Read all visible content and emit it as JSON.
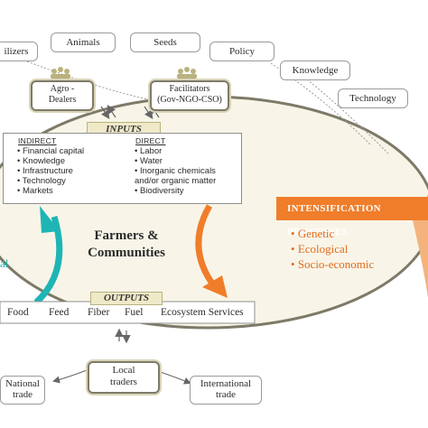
{
  "top_pills": [
    "ilizers",
    "Animals",
    "Seeds",
    "Policy",
    "Knowledge",
    "Technology"
  ],
  "actors": {
    "agro_dealers": [
      "Agro -",
      "Dealers"
    ],
    "facilitators": [
      "Facilitators",
      "(Gov-NGO-CSO)"
    ],
    "local_traders": [
      "Local",
      "traders"
    ]
  },
  "inputs": {
    "header": "INPUTS",
    "indirect": {
      "heading": "INDIRECT",
      "items": [
        "Financial capital",
        "Knowledge",
        "Infrastructure",
        "Technology",
        "Markets"
      ]
    },
    "direct": {
      "heading": "DIRECT",
      "items": [
        "Labor",
        "Water",
        "Inorganic chemicals",
        "and/or organic matter",
        "Biodiversity"
      ]
    }
  },
  "center": [
    "Farmers &",
    "Communities"
  ],
  "left_fragment": "al",
  "intensification": {
    "title": "INTENSIFICATION PROCESSES",
    "items": [
      "Genetic",
      "Ecological",
      "Socio-economic"
    ]
  },
  "outputs": {
    "header": "OUTPUTS",
    "items": [
      "Food",
      "Feed",
      "Fiber",
      "Fuel",
      "Ecosystem Services"
    ]
  },
  "trade": {
    "national": [
      "National",
      "trade"
    ],
    "international": [
      "International",
      "trade"
    ]
  },
  "colors": {
    "teal_arrow": "#1fb5b5",
    "orange_arrow": "#f07d2a",
    "ellipse_fill": "#f8f5e8"
  }
}
